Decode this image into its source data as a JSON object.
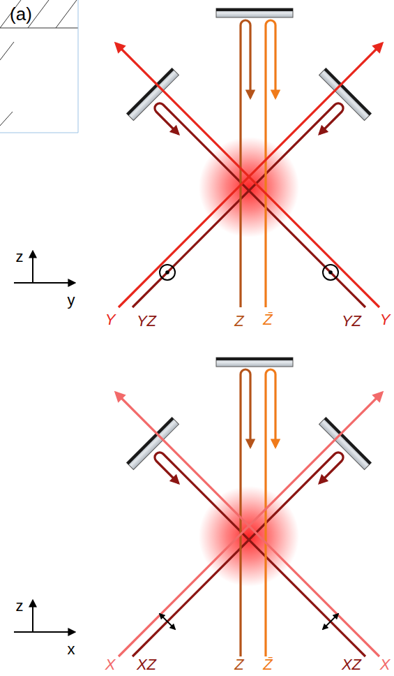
{
  "diagram": {
    "labels": [
      "(a)",
      "z",
      "y",
      "Y",
      "YZ",
      "Z",
      "Z̄",
      "YZ",
      "Y",
      "z",
      "x",
      "X",
      "XZ",
      "Z",
      "Z̄",
      "XZ",
      "X"
    ]
  }
}
